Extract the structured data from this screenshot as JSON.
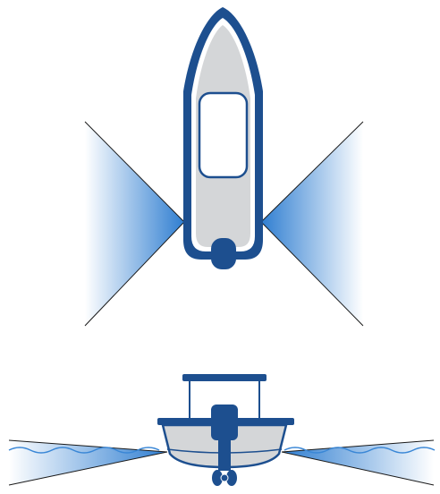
{
  "colors": {
    "navy": "#1d4f8f",
    "hull_gray": "#d4d6d8",
    "window_white": "#ffffff",
    "beam_blue": "#2f7ed1",
    "water_blue": "#3a87d6",
    "line_dark": "#1a1a1a"
  },
  "views": [
    {
      "name": "top-view",
      "beams": [
        "port",
        "starboard"
      ]
    },
    {
      "name": "side-view",
      "beams": [
        "port",
        "starboard"
      ]
    }
  ]
}
